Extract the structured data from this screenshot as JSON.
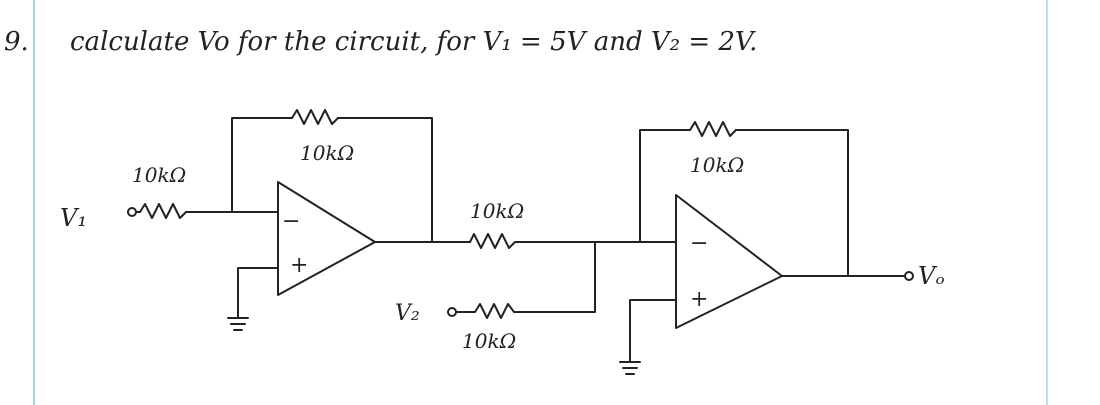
{
  "question": {
    "number": "9.",
    "text": "calculate Vo for the circuit, for V₁ = 5V and V₂ = 2V."
  },
  "circuit": {
    "input_v1_label": "V₁",
    "input_v2_label": "V₂",
    "output_label": "Vₒ",
    "r_in1_label": "10kΩ",
    "r_fb1_label": "10kΩ",
    "r_mid_label": "10kΩ",
    "r_v2_label": "10kΩ",
    "r_fb2_label": "10kΩ",
    "opamp1_minus": "−",
    "opamp1_plus": "+",
    "opamp2_minus": "−",
    "opamp2_plus": "+"
  },
  "colors": {
    "ink": "#222222",
    "margin": "#9fd3ea"
  }
}
